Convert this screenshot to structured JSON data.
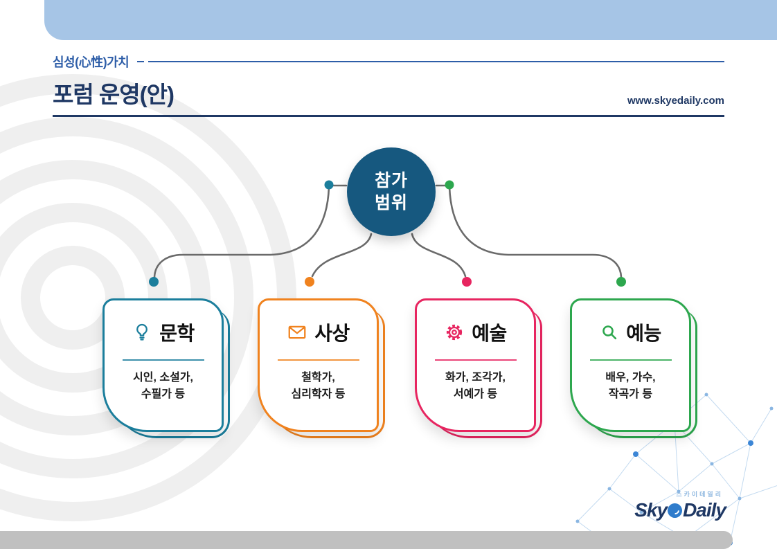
{
  "colors": {
    "topbar": "#A6C5E6",
    "kicker": "#2E5EA8",
    "navy": "#1F3864",
    "connector": "#6A6A6A",
    "node": "#16587F",
    "teal": "#1B7E9C",
    "orange": "#F0821E",
    "pink": "#E72560",
    "green": "#2DA74E",
    "bottombar": "#C0C0C0",
    "network": "#C3DAF0",
    "network_dot": "#8AB6E2",
    "network_accent": "#3C86D6",
    "logo_accent": "#2F7CCC",
    "brand_light": "#8FB8E0",
    "ripple": "#EFEFEF"
  },
  "header": {
    "kicker": "심성(心性)가치",
    "title": "포럼 운영(안)",
    "website": "www.skyedaily.com"
  },
  "diagram": {
    "root": {
      "line1": "참가",
      "line2": "범위"
    },
    "cards": [
      {
        "title": "문학",
        "desc_line1": "시인, 소설가,",
        "desc_line2": "수필가 등",
        "icon": "lightbulb-icon",
        "color": "#1B7E9C"
      },
      {
        "title": "사상",
        "desc_line1": "철학가,",
        "desc_line2": "심리학자 등",
        "icon": "envelope-icon",
        "color": "#F0821E"
      },
      {
        "title": "예술",
        "desc_line1": "화가, 조각가,",
        "desc_line2": "서예가 등",
        "icon": "gear-icon",
        "color": "#E72560"
      },
      {
        "title": "예능",
        "desc_line1": "배우, 가수,",
        "desc_line2": "작곡가 등",
        "icon": "search-icon",
        "color": "#2DA74E"
      }
    ]
  },
  "footer": {
    "brand_small": "스카이데일리",
    "brand_sky": "Sky",
    "brand_daily": "Daily"
  }
}
